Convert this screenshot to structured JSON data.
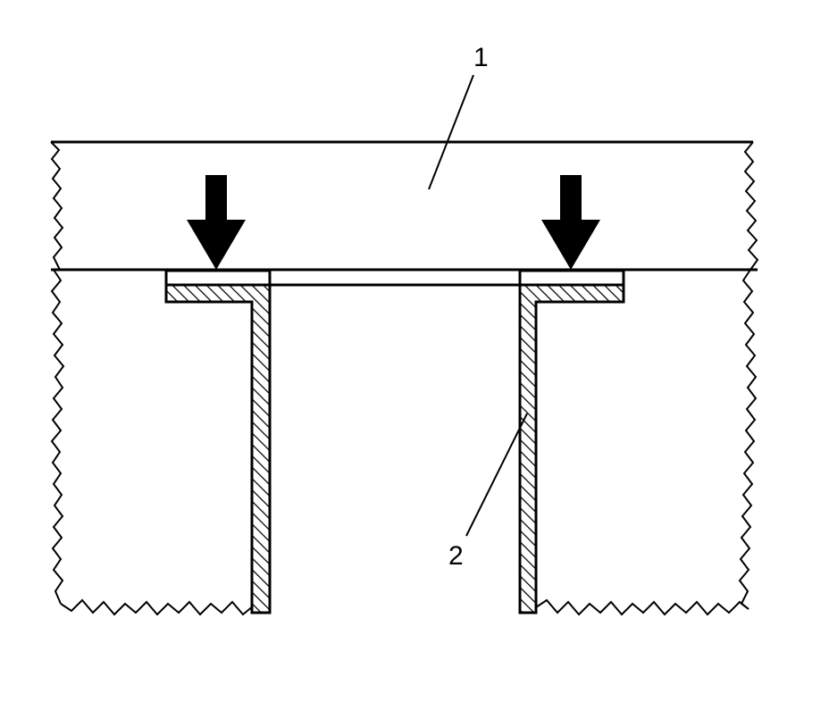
{
  "callouts": {
    "one": "1",
    "two": "2"
  },
  "colors": {
    "ink": "#000000",
    "paper": "#ffffff"
  },
  "icons": {
    "press_arrow": "down-arrow-icon",
    "hatch": "cross-hatch-section"
  }
}
